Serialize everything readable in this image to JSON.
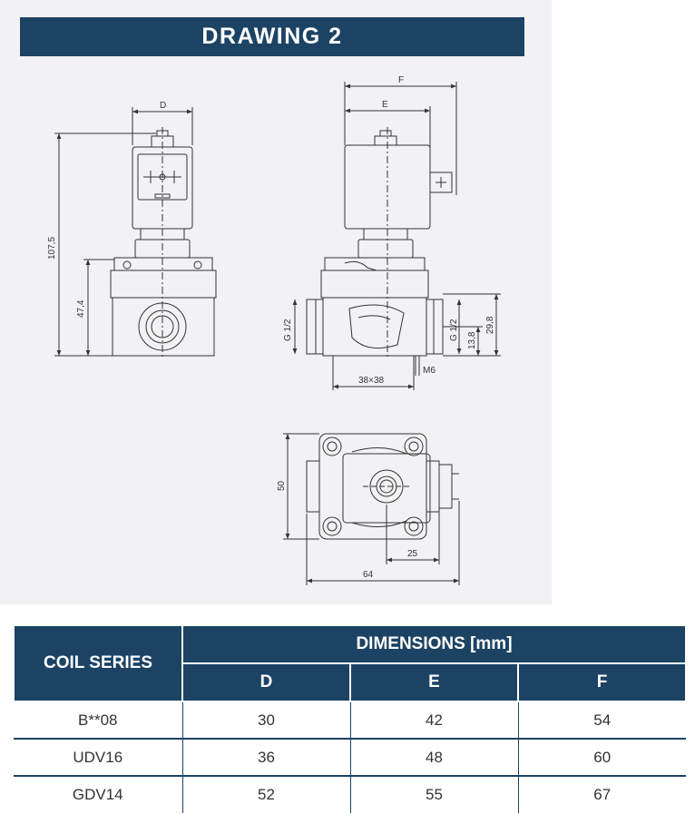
{
  "drawing": {
    "title": "DRAWING 2",
    "labels": {
      "front_d": "D",
      "front_height": "107,5",
      "front_mid": "47,4",
      "side_f": "F",
      "side_e": "E",
      "side_g_left": "G 1/2",
      "side_g_right": "G 1/2",
      "side_138": "13,8",
      "side_298": "29,8",
      "side_m6": "M6",
      "side_38": "38×38",
      "top_50": "50",
      "top_25": "25",
      "top_64": "64"
    }
  },
  "table": {
    "coil_series_header": "COIL SERIES",
    "dimensions_header": "DIMENSIONS [mm]",
    "columns": [
      "D",
      "E",
      "F"
    ],
    "rows": [
      {
        "series": "B**08",
        "values": [
          "30",
          "42",
          "54"
        ]
      },
      {
        "series": "UDV16",
        "values": [
          "36",
          "48",
          "60"
        ]
      },
      {
        "series": "GDV14",
        "values": [
          "52",
          "55",
          "67"
        ]
      }
    ]
  },
  "colors": {
    "header_bg": "#1c4364",
    "panel_bg": "#f2f2f4",
    "line": "#333333"
  }
}
